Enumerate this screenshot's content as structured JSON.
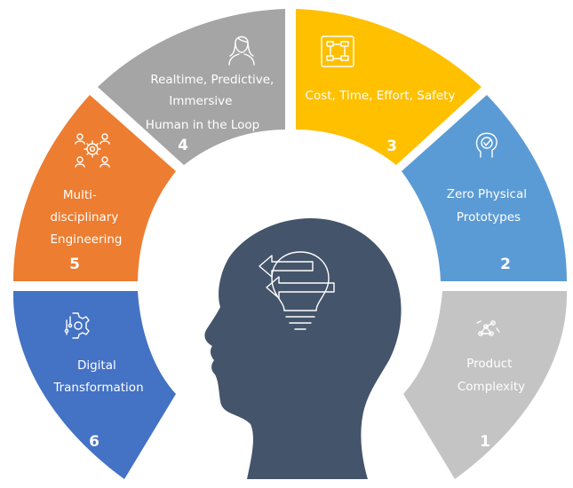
{
  "segments": [
    {
      "id": 1,
      "number": "1",
      "label_lines": [
        "Product",
        "Complexity"
      ],
      "color": "#C4C4C4",
      "icon": "complexity-network-icon"
    },
    {
      "id": 2,
      "number": "2",
      "label_lines": [
        "Zero Physical",
        "Prototypes"
      ],
      "color": "#5B9BD5",
      "icon": "verified-badge-head-icon"
    },
    {
      "id": 3,
      "number": "3",
      "label_lines": [
        "Cost, Time, Effort, Safety"
      ],
      "color": "#FFC000",
      "icon": "flowchart-document-icon"
    },
    {
      "id": 4,
      "number": "4",
      "label_lines": [
        "Realtime, Predictive,",
        "Immersive",
        "Human in the Loop"
      ],
      "color": "#A5A5A5",
      "icon": "person-icon"
    },
    {
      "id": 5,
      "number": "5",
      "label_lines": [
        "Multi-",
        "disciplinary",
        "Engineering"
      ],
      "color": "#ED7D31",
      "icon": "team-gear-icon"
    },
    {
      "id": 6,
      "number": "6",
      "label_lines": [
        "Digital",
        "Transformation"
      ],
      "color": "#4472C4",
      "icon": "digital-gear-icon"
    }
  ],
  "center": {
    "silhouette_color": "#44546A",
    "icon": "lightbulb-arrows-icon"
  }
}
